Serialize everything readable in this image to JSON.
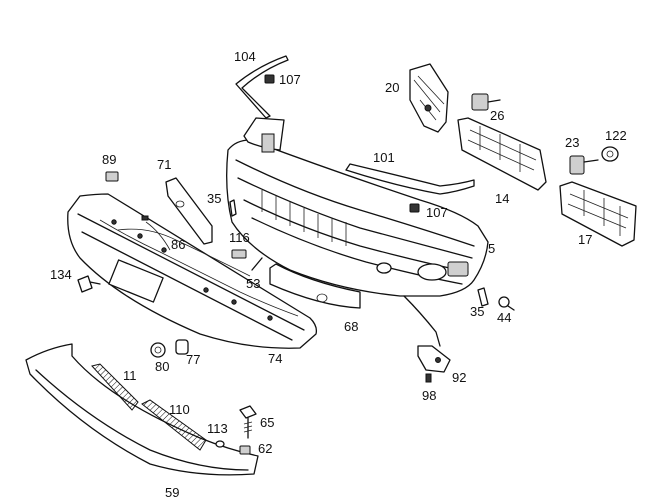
{
  "diagram": {
    "labels": {
      "p104": "104",
      "p107a": "107",
      "p20": "20",
      "p26": "26",
      "p89": "89",
      "p71": "71",
      "p101": "101",
      "p23": "23",
      "p122": "122",
      "p14": "14",
      "p35a": "35",
      "p107b": "107",
      "p116": "116",
      "p86": "86",
      "p17": "17",
      "p5": "5",
      "p134": "134",
      "p53": "53",
      "p35b": "35",
      "p44": "44",
      "p68": "68",
      "p80": "80",
      "p77": "77",
      "p74": "74",
      "p92": "92",
      "p11": "11",
      "p98": "98",
      "p110": "110",
      "p65": "65",
      "p113": "113",
      "p62": "62",
      "p59": "59"
    }
  }
}
